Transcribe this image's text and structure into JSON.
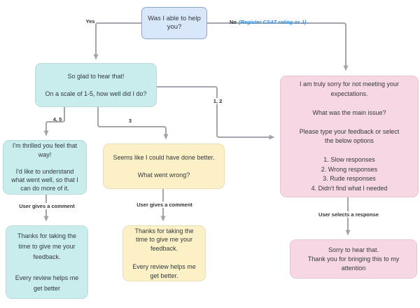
{
  "diagram": {
    "title": "chatbot-feedback-flowchart",
    "nodes": {
      "root": {
        "text": "Was I able to help\nyou?"
      },
      "glad": {
        "text": "So glad to hear that!\n\nOn a scale of 1-5, how well did I do?"
      },
      "thrilled": {
        "text": "I'm thrilled you feel that\nway!\n\nI'd like to understand\nwhat went well, so that I\ncan do more of it."
      },
      "done_better": {
        "text": "Seems like I could have done better.\n\nWhat went wrong?"
      },
      "sorry": {
        "text": "I am truly sorry for not meeting your\nexpectations.\n\nWhat was the main issue?\n\nPlease type your feedback or select\nthe below options\n\n1. Slow responses\n2. Wrong responses\n3. Rude responses\n4. Didn't find what I needed"
      },
      "thanks_left": {
        "text": "Thanks for taking the\ntime to give me your\nfeedback.\n\nEvery review helps me\nget better"
      },
      "thanks_mid": {
        "text": "Thanks for taking the\ntime to give me your\nfeedback.\n\nEvery review helps me\nget better."
      },
      "sorry_final": {
        "text": "Sorry to hear that.\nThank you for bringing this to my\nattention"
      }
    },
    "edge_labels": {
      "yes": "Yes",
      "no": "No",
      "no_note": "(Register CSAT rating as 1)",
      "rating_45": "4, 5",
      "rating_3": "3",
      "rating_12": "1, 2",
      "comment_left": "User gives a comment",
      "comment_mid": "User gives a comment",
      "select_right": "User selects a response"
    },
    "colors": {
      "node_blue": "#d9e7fb",
      "node_blue_border": "#8aa5c9",
      "node_teal": "#c9eded",
      "node_yellow": "#fcf1c6",
      "node_pink": "#f8d7e4",
      "connector": "#a2a6ab",
      "label_text": "#2f3539",
      "note_blue": "#2b8fe8",
      "text": "#33383d",
      "background": "#ffffff"
    }
  }
}
